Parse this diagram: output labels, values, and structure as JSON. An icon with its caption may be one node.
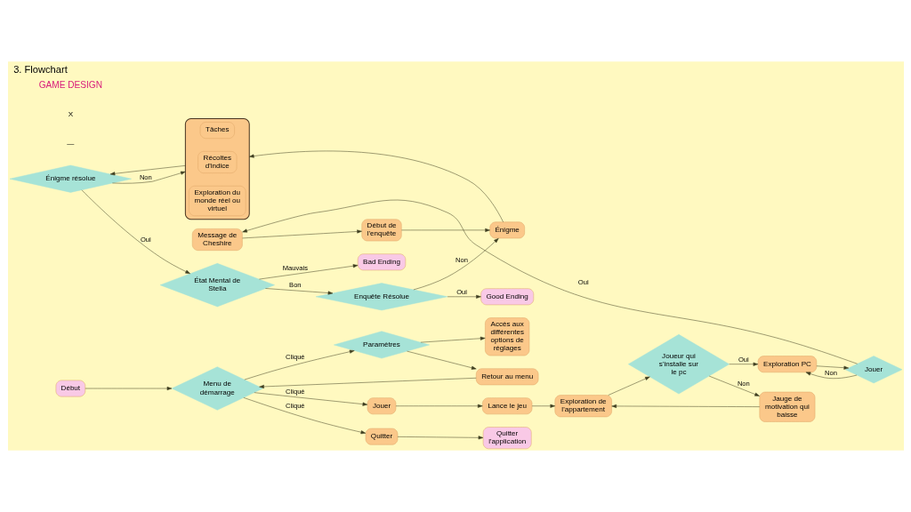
{
  "diagram": {
    "title": "3. Flowchart",
    "nodes": [
      {
        "text": [
          "Début"
        ]
      },
      {
        "text": [
          "Retour au menu"
        ]
      },
      {
        "text": [
          "Paramètres"
        ]
      },
      {
        "text": [
          "Menu de démarrage"
        ]
      },
      {
        "text": [
          "Jouer"
        ]
      },
      {
        "text": [
          "Lance le jeu"
        ]
      },
      {
        "text": [
          "Exploration de l'appartement"
        ]
      },
      {
        "text": [
          "Joueur qui s'installe sur le pc"
        ]
      },
      {
        "text": [
          "Jauge de motivation qui baisse"
        ]
      },
      {
        "text": [
          "Exploration PC"
        ]
      },
      {
        "text": [
          "Jouer"
        ]
      },
      {
        "text": [
          "Accès aux différentes options de réglages"
        ]
      },
      {
        "text": [
          "Quitter"
        ]
      },
      {
        "text": [
          "Quitter l'application"
        ]
      },
      {
        "text": [
          "Message de Cheshire"
        ]
      },
      {
        "text": [
          "Début de l'enquête"
        ]
      },
      {
        "text": [
          "Énigme"
        ]
      },
      {
        "text": [],
        "shape": "box"
      },
      {
        "text": [
          "Tâches"
        ],
        "in": 17
      },
      {
        "text": [
          "Récoltes d'indice"
        ],
        "in": 17
      },
      {
        "text": [
          "Exploration du monde réel ou virtuel"
        ],
        "in": 17
      },
      {
        "text": [
          "Énigme résolue"
        ]
      },
      {
        "text": [
          "État Mental de Stella"
        ]
      },
      {
        "text": [
          "Bad Ending"
        ]
      },
      {
        "text": [
          "Enquête Résolue"
        ]
      },
      {
        "text": [
          "Good Ending"
        ]
      }
    ],
    "edges": [
      {
        "from": 0,
        "to": 3,
        "arrow": "to"
      },
      {
        "from": 1,
        "to": 3,
        "arrow": "to"
      },
      {
        "from": 3,
        "to": 2,
        "arrow": "to",
        "label": "Cliqué"
      },
      {
        "from": 3,
        "to": 4,
        "arrow": "to",
        "label": "Cliqué"
      },
      {
        "from": 3,
        "to": 12,
        "arrow": "to",
        "label": "Cliqué"
      },
      {
        "from": 2,
        "to": 1,
        "arrow": "to"
      },
      {
        "from": 2,
        "to": 11,
        "arrow": "to"
      },
      {
        "from": 12,
        "to": 13,
        "arrow": "to"
      },
      {
        "from": 4,
        "to": 5,
        "arrow": "to"
      },
      {
        "from": 5,
        "to": 6,
        "arrow": "to"
      },
      {
        "from": 6,
        "to": 7,
        "arrow": "to"
      },
      {
        "from": 7,
        "to": 9,
        "arrow": "to",
        "label": "Oui"
      },
      {
        "from": 7,
        "to": 8,
        "arrow": "to",
        "label": "Non"
      },
      {
        "from": 8,
        "to": 6,
        "arrow": "to"
      },
      {
        "from": 9,
        "to": 10,
        "arrow": "to"
      },
      {
        "from": 10,
        "to": 9,
        "arrow": "to",
        "label": "Non"
      },
      {
        "from": 10,
        "to": 14,
        "arrow": "to",
        "label": "Oui"
      },
      {
        "from": 14,
        "to": 15,
        "arrow": "to"
      },
      {
        "from": 15,
        "to": 16,
        "arrow": "to"
      },
      {
        "from": 16,
        "to": 17,
        "arrow": "to"
      },
      {
        "from": 17,
        "to": 21,
        "arrow": "to"
      },
      {
        "from": 21,
        "to": 17,
        "arrow": "to",
        "label": "Non"
      },
      {
        "from": 21,
        "to": 22,
        "arrow": "to",
        "label": "Oui"
      },
      {
        "from": 22,
        "to": 23,
        "arrow": "to",
        "label": "Mauvais"
      },
      {
        "from": 22,
        "to": 24,
        "arrow": "to",
        "label": "Bon"
      },
      {
        "from": 24,
        "to": 25,
        "arrow": "to",
        "label": "Oui"
      },
      {
        "from": 24,
        "to": 16,
        "arrow": "to",
        "label": "Non"
      }
    ],
    "labels": [
      "—",
      "X",
      "GAME DESIGN"
    ]
  }
}
